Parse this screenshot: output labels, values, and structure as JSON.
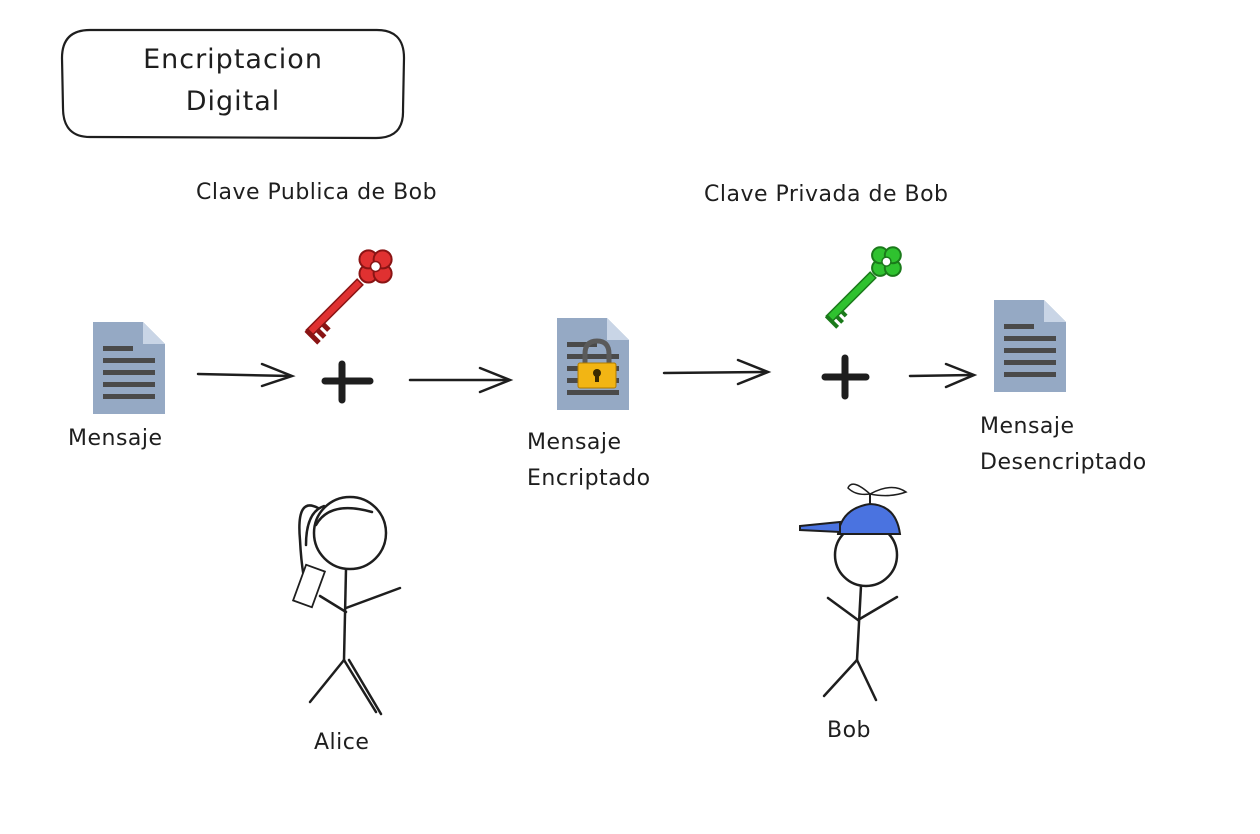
{
  "title": {
    "line1": "Encriptacion",
    "line2": "Digital"
  },
  "keys": {
    "public_label": "Clave Publica de Bob",
    "private_label": "Clave Privada de Bob",
    "public_color": "#e03131",
    "private_color": "#2fc22f"
  },
  "documents": {
    "original_label": "Mensaje",
    "encrypted_label_line1": "Mensaje",
    "encrypted_label_line2": "Encriptado",
    "decrypted_label_line1": "Mensaje",
    "decrypted_label_line2": "Desencriptado",
    "doc_color": "#95a9c4",
    "doc_lines_color": "#4a4a4a",
    "lock_color": "#f2b514"
  },
  "people": {
    "alice_label": "Alice",
    "bob_label": "Bob",
    "bob_cap_color": "#4a73e0"
  },
  "colors": {
    "stroke": "#1e1e1e"
  }
}
